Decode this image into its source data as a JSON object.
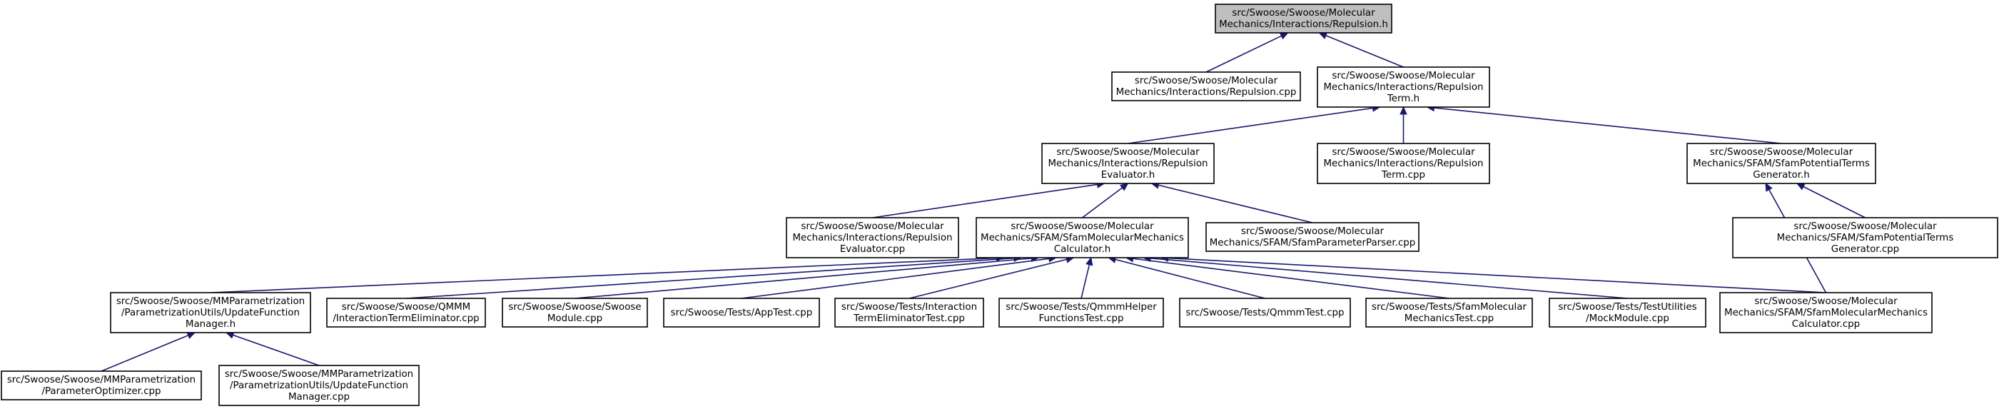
{
  "graph": {
    "nodes": [
      {
        "id": "repulsion_h",
        "lines": [
          "src/Swoose/Swoose/Molecular",
          "Mechanics/Interactions/Repulsion.h"
        ],
        "root": true
      },
      {
        "id": "repulsion_cpp",
        "lines": [
          "src/Swoose/Swoose/Molecular",
          "Mechanics/Interactions/Repulsion.cpp"
        ]
      },
      {
        "id": "repulsion_term_h",
        "lines": [
          "src/Swoose/Swoose/Molecular",
          "Mechanics/Interactions/Repulsion",
          "Term.h"
        ]
      },
      {
        "id": "repulsion_evaluator_h",
        "lines": [
          "src/Swoose/Swoose/Molecular",
          "Mechanics/Interactions/Repulsion",
          "Evaluator.h"
        ]
      },
      {
        "id": "repulsion_term_cpp",
        "lines": [
          "src/Swoose/Swoose/Molecular",
          "Mechanics/Interactions/Repulsion",
          "Term.cpp"
        ]
      },
      {
        "id": "sfam_potential_terms_generator_h",
        "lines": [
          "src/Swoose/Swoose/Molecular",
          "Mechanics/SFAM/SfamPotentialTerms",
          "Generator.h"
        ]
      },
      {
        "id": "repulsion_evaluator_cpp",
        "lines": [
          "src/Swoose/Swoose/Molecular",
          "Mechanics/Interactions/Repulsion",
          "Evaluator.cpp"
        ]
      },
      {
        "id": "sfam_mm_calculator_h",
        "lines": [
          "src/Swoose/Swoose/Molecular",
          "Mechanics/SFAM/SfamMolecularMechanics",
          "Calculator.h"
        ]
      },
      {
        "id": "sfam_parameter_parser_cpp",
        "lines": [
          "src/Swoose/Swoose/Molecular",
          "Mechanics/SFAM/SfamParameterParser.cpp"
        ]
      },
      {
        "id": "sfam_potential_terms_generator_cpp",
        "lines": [
          "src/Swoose/Swoose/Molecular",
          "Mechanics/SFAM/SfamPotentialTerms",
          "Generator.cpp"
        ]
      },
      {
        "id": "update_function_manager_h",
        "lines": [
          "src/Swoose/Swoose/MMParametrization",
          "/ParametrizationUtils/UpdateFunction",
          "Manager.h"
        ]
      },
      {
        "id": "interaction_term_eliminator_cpp",
        "lines": [
          "src/Swoose/Swoose/QMMM",
          "/InteractionTermEliminator.cpp"
        ]
      },
      {
        "id": "swoose_module_cpp",
        "lines": [
          "src/Swoose/Swoose/Swoose",
          "Module.cpp"
        ]
      },
      {
        "id": "app_test_cpp",
        "lines": [
          "src/Swoose/Tests/AppTest.cpp"
        ]
      },
      {
        "id": "interaction_term_eliminator_test_cpp",
        "lines": [
          "src/Swoose/Tests/Interaction",
          "TermEliminatorTest.cpp"
        ]
      },
      {
        "id": "qmmm_helper_functions_test_cpp",
        "lines": [
          "src/Swoose/Tests/QmmmHelper",
          "FunctionsTest.cpp"
        ]
      },
      {
        "id": "qmmm_test_cpp",
        "lines": [
          "src/Swoose/Tests/QmmmTest.cpp"
        ]
      },
      {
        "id": "sfam_molecular_mechanics_test_cpp",
        "lines": [
          "src/Swoose/Tests/SfamMolecular",
          "MechanicsTest.cpp"
        ]
      },
      {
        "id": "mock_module_cpp",
        "lines": [
          "src/Swoose/Tests/TestUtilities",
          "/MockModule.cpp"
        ]
      },
      {
        "id": "sfam_mm_calculator_cpp",
        "lines": [
          "src/Swoose/Swoose/Molecular",
          "Mechanics/SFAM/SfamMolecularMechanics",
          "Calculator.cpp"
        ]
      },
      {
        "id": "parameter_optimizer_cpp",
        "lines": [
          "src/Swoose/Swoose/MMParametrization",
          "/ParameterOptimizer.cpp"
        ]
      },
      {
        "id": "update_function_manager_cpp",
        "lines": [
          "src/Swoose/Swoose/MMParametrization",
          "/ParametrizationUtils/UpdateFunction",
          "Manager.cpp"
        ]
      }
    ],
    "edges": [
      {
        "from": "repulsion_cpp",
        "to": "repulsion_h"
      },
      {
        "from": "repulsion_term_h",
        "to": "repulsion_h"
      },
      {
        "from": "repulsion_evaluator_h",
        "to": "repulsion_term_h"
      },
      {
        "from": "repulsion_term_cpp",
        "to": "repulsion_term_h"
      },
      {
        "from": "sfam_potential_terms_generator_h",
        "to": "repulsion_term_h"
      },
      {
        "from": "repulsion_evaluator_cpp",
        "to": "repulsion_evaluator_h"
      },
      {
        "from": "sfam_mm_calculator_h",
        "to": "repulsion_evaluator_h"
      },
      {
        "from": "sfam_parameter_parser_cpp",
        "to": "repulsion_evaluator_h"
      },
      {
        "from": "sfam_potential_terms_generator_cpp",
        "to": "sfam_potential_terms_generator_h"
      },
      {
        "from": "sfam_mm_calculator_cpp",
        "to": "sfam_potential_terms_generator_h"
      },
      {
        "from": "update_function_manager_h",
        "to": "sfam_mm_calculator_h"
      },
      {
        "from": "interaction_term_eliminator_cpp",
        "to": "sfam_mm_calculator_h"
      },
      {
        "from": "swoose_module_cpp",
        "to": "sfam_mm_calculator_h"
      },
      {
        "from": "app_test_cpp",
        "to": "sfam_mm_calculator_h"
      },
      {
        "from": "interaction_term_eliminator_test_cpp",
        "to": "sfam_mm_calculator_h"
      },
      {
        "from": "qmmm_helper_functions_test_cpp",
        "to": "sfam_mm_calculator_h"
      },
      {
        "from": "qmmm_test_cpp",
        "to": "sfam_mm_calculator_h"
      },
      {
        "from": "sfam_molecular_mechanics_test_cpp",
        "to": "sfam_mm_calculator_h"
      },
      {
        "from": "mock_module_cpp",
        "to": "sfam_mm_calculator_h"
      },
      {
        "from": "sfam_mm_calculator_cpp",
        "to": "sfam_mm_calculator_h"
      },
      {
        "from": "parameter_optimizer_cpp",
        "to": "update_function_manager_h"
      },
      {
        "from": "update_function_manager_cpp",
        "to": "update_function_manager_h"
      }
    ]
  },
  "colors": {
    "edge": "#191970",
    "root_fill": "#bfbfbf",
    "node_fill": "#ffffff",
    "border": "#000000"
  }
}
